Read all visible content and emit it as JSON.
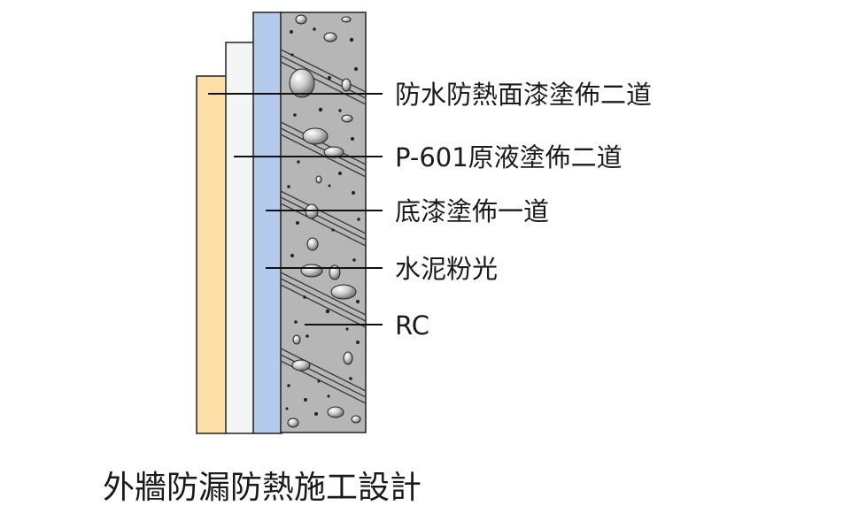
{
  "diagram": {
    "title": "外牆防漏防熱施工設計",
    "layers": [
      {
        "id": "finish-coat",
        "label": "防水防熱面漆塗佈二道",
        "color": "#fbdfa4"
      },
      {
        "id": "p601-coat",
        "label": "P-601原液塗佈二道",
        "color": "#f4f5f5"
      },
      {
        "id": "primer-coat",
        "label": "底漆塗佈一道",
        "color": "#b4cbeb"
      },
      {
        "id": "cement-plaster",
        "label": "水泥粉光",
        "color": "#b6b6b6"
      },
      {
        "id": "rc-wall",
        "label": "RC",
        "color": "#b6b6b6"
      }
    ]
  }
}
